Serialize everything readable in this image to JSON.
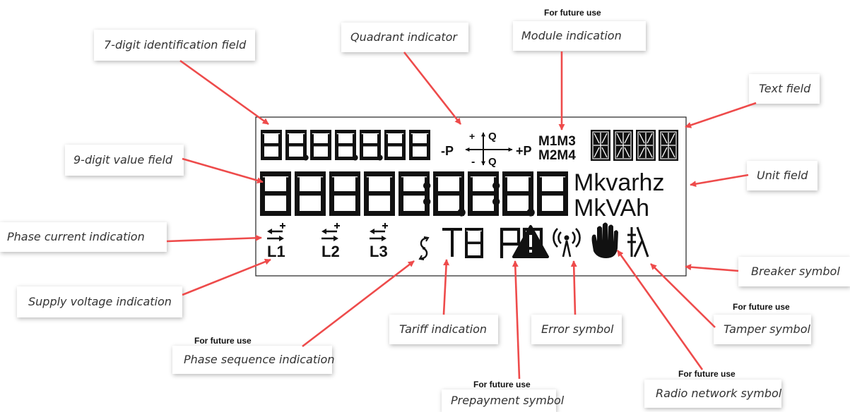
{
  "colors": {
    "arrow": "#ee4b4b",
    "lcd_ink": "#111111",
    "label_text": "#333333"
  },
  "display": {
    "id_digits": "88.88.8.88",
    "value_digits": "88888:8.8:8.8",
    "quadrant": {
      "minus_p": "-P",
      "plus_p": "+P",
      "plus_q": "+",
      "minus_q": "-",
      "q": "Q"
    },
    "modules": {
      "top": "M1M3",
      "bottom": "M2M4"
    },
    "units": {
      "top": "Mkvarh",
      "top_hz": "z",
      "bottom": "MkVAh"
    },
    "phases": [
      "L1",
      "L2",
      "L3"
    ],
    "tariff": "T8",
    "prepayment": "PP",
    "icons": [
      "phase-sequence-icon",
      "warning-icon",
      "radio-icon",
      "hand-icon",
      "breaker-icon"
    ]
  },
  "labels": {
    "id_field": "7-digit identification field",
    "quadrant": "Quadrant indicator",
    "module_future": "For future use",
    "module": "Module indication",
    "text_field": "Text field",
    "value_field": "9-digit value field",
    "unit_field": "Unit field",
    "phase_current": "Phase current indication",
    "breaker": "Breaker symbol",
    "supply_voltage": "Supply voltage indication",
    "tamper_future": "For future use",
    "tamper": "Tamper symbol",
    "phase_seq_future": "For future use",
    "phase_seq": "Phase sequence indication",
    "tariff": "Tariff indication",
    "error": "Error symbol",
    "radio_future": "For future use",
    "radio": "Radio network symbol",
    "prepay_future": "For future use",
    "prepay": "Prepayment symbol"
  }
}
